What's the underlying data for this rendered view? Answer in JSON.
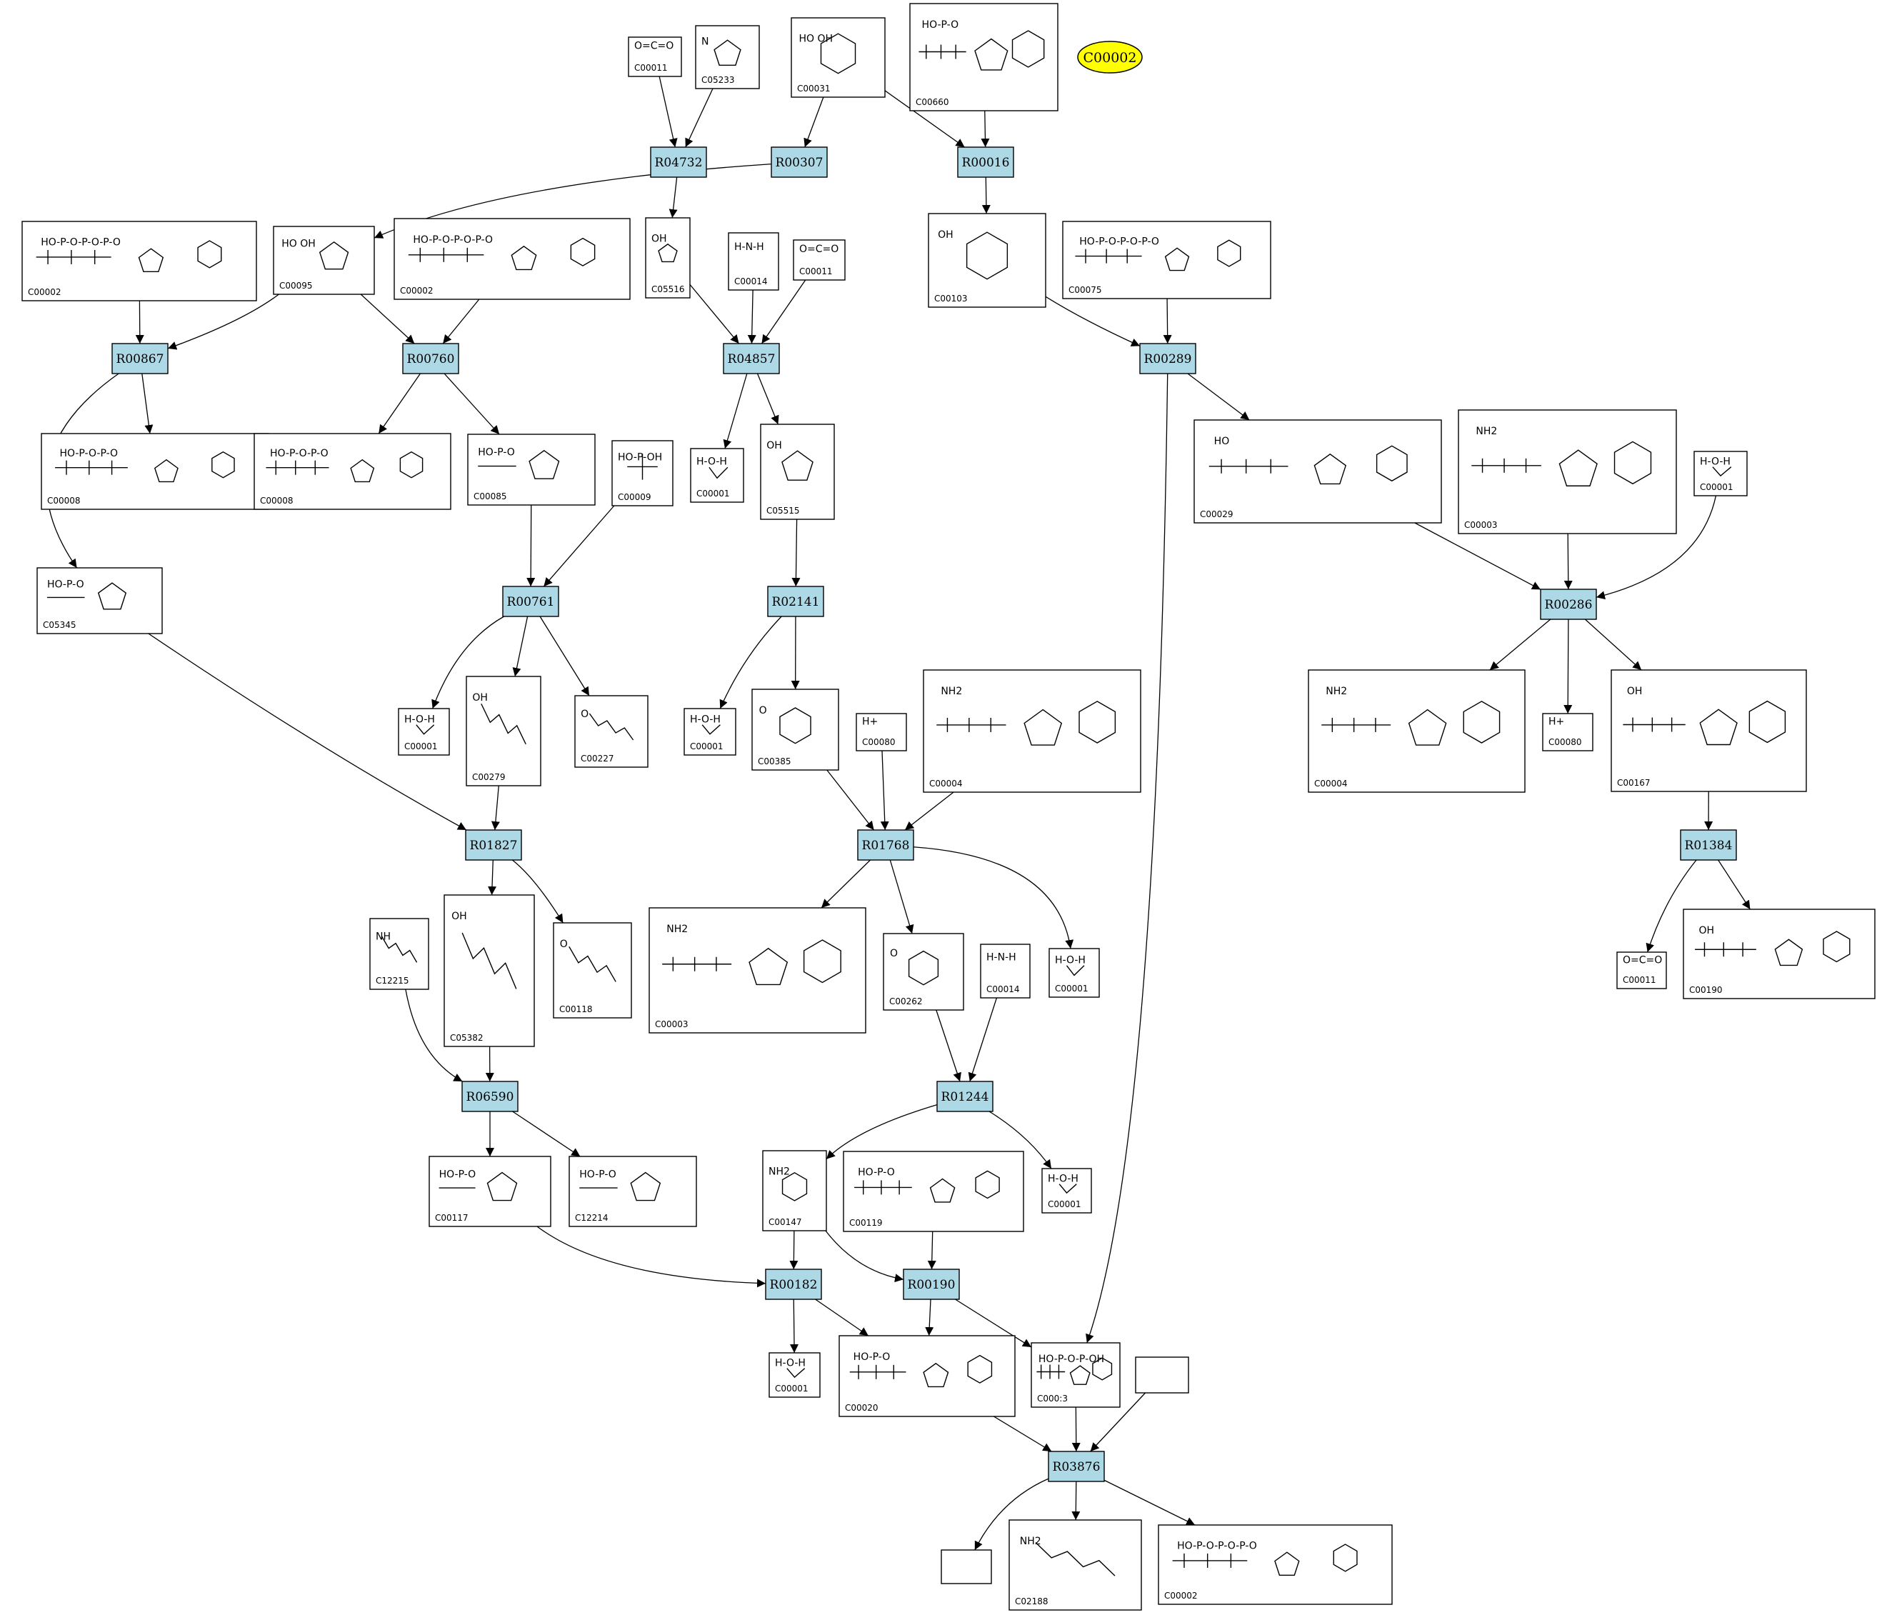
{
  "highlight": {
    "label": "C00002",
    "color": "#ffff00"
  },
  "colors": {
    "reaction_fill": "#add8e6",
    "compound_fill": "#ffffff",
    "edge": "#000000"
  },
  "reactions": [
    {
      "id": "R04732",
      "label": "R04732"
    },
    {
      "id": "R00307",
      "label": "R00307"
    },
    {
      "id": "R00016",
      "label": "R00016"
    },
    {
      "id": "R00867",
      "label": "R00867"
    },
    {
      "id": "R00760",
      "label": "R00760"
    },
    {
      "id": "R04857",
      "label": "R04857"
    },
    {
      "id": "R00289",
      "label": "R00289"
    },
    {
      "id": "R00761",
      "label": "R00761"
    },
    {
      "id": "R02141",
      "label": "R02141"
    },
    {
      "id": "R00286",
      "label": "R00286"
    },
    {
      "id": "R01827",
      "label": "R01827"
    },
    {
      "id": "R01768",
      "label": "R01768"
    },
    {
      "id": "R01384",
      "label": "R01384"
    },
    {
      "id": "R06590",
      "label": "R06590"
    },
    {
      "id": "R01244",
      "label": "R01244"
    },
    {
      "id": "R00182",
      "label": "R00182"
    },
    {
      "id": "R00190",
      "label": "R00190"
    },
    {
      "id": "R03876",
      "label": "R03876"
    }
  ],
  "compounds": [
    {
      "id": "n1",
      "label": "C00011",
      "formula": "O=C=O",
      "icon": "co2"
    },
    {
      "id": "n2",
      "label": "C05233",
      "formula": "N",
      "icon": "imidazole"
    },
    {
      "id": "n3",
      "label": "C00031",
      "formula": "HO OH",
      "icon": "hexose"
    },
    {
      "id": "n4",
      "label": "C00660",
      "formula": "HO-P-O",
      "icon": "hexose-bisphosphate"
    },
    {
      "id": "n5",
      "label": "C00002",
      "formula": "HO-P-O-P-O-P-O",
      "icon": "atp"
    },
    {
      "id": "n6",
      "label": "C00095",
      "formula": "HO OH",
      "icon": "furanose"
    },
    {
      "id": "n7",
      "label": "C00002",
      "formula": "HO-P-O-P-O-P-O",
      "icon": "atp"
    },
    {
      "id": "n8",
      "label": "C05516",
      "formula": "OH",
      "icon": "imidazole"
    },
    {
      "id": "n9",
      "label": "C00014",
      "formula": "H-N-H",
      "icon": "ammonia"
    },
    {
      "id": "n10",
      "label": "C00011",
      "formula": "O=C=O",
      "icon": "co2"
    },
    {
      "id": "n11",
      "label": "C00103",
      "formula": "OH",
      "icon": "hexose-phosphate"
    },
    {
      "id": "n12",
      "label": "C00075",
      "formula": "HO-P-O-P-O-P-O",
      "icon": "utp"
    },
    {
      "id": "n13",
      "label": "C00008",
      "formula": "HO-P-O-P-O",
      "icon": "adp"
    },
    {
      "id": "n14",
      "label": "C00008",
      "formula": "HO-P-O-P-O",
      "icon": "adp"
    },
    {
      "id": "n15",
      "label": "C00085",
      "formula": "HO-P-O",
      "icon": "furanose-phosphate"
    },
    {
      "id": "n16",
      "label": "C00009",
      "formula": "HO-P-OH",
      "icon": "phosphate"
    },
    {
      "id": "n17",
      "label": "C00001",
      "formula": "H-O-H",
      "icon": "water"
    },
    {
      "id": "n18",
      "label": "C05515",
      "formula": "OH",
      "icon": "imidazole"
    },
    {
      "id": "n19",
      "label": "C00029",
      "formula": "HO",
      "icon": "udp-sugar"
    },
    {
      "id": "n20",
      "label": "C00003",
      "formula": "NH2",
      "icon": "nad"
    },
    {
      "id": "n21",
      "label": "C00001",
      "formula": "H-O-H",
      "icon": "water"
    },
    {
      "id": "n22",
      "label": "C05345",
      "formula": "HO-P-O",
      "icon": "furanose-phosphate"
    },
    {
      "id": "n23",
      "label": "C00001",
      "formula": "H-O-H",
      "icon": "water"
    },
    {
      "id": "n24",
      "label": "C00279",
      "formula": "OH",
      "icon": "sugar-phosphate"
    },
    {
      "id": "n25",
      "label": "C00227",
      "formula": "O",
      "icon": "acyl-phosphate"
    },
    {
      "id": "n26",
      "label": "C00001",
      "formula": "H-O-H",
      "icon": "water"
    },
    {
      "id": "n27",
      "label": "C00385",
      "formula": "O",
      "icon": "purine"
    },
    {
      "id": "n28",
      "label": "C00080",
      "formula": "H+",
      "icon": "proton"
    },
    {
      "id": "n29",
      "label": "C00004",
      "formula": "NH2",
      "icon": "nadh"
    },
    {
      "id": "n30",
      "label": "C00004",
      "formula": "NH2",
      "icon": "nadh"
    },
    {
      "id": "n31",
      "label": "C00080",
      "formula": "H+",
      "icon": "proton"
    },
    {
      "id": "n32",
      "label": "C00167",
      "formula": "OH",
      "icon": "udp-sugar"
    },
    {
      "id": "n33",
      "label": "C05382",
      "formula": "OH",
      "icon": "sugar-phosphate"
    },
    {
      "id": "n34",
      "label": "C12215",
      "formula": "NH",
      "icon": "sugar-phosphate"
    },
    {
      "id": "n35",
      "label": "C00118",
      "formula": "O",
      "icon": "sugar-phosphate"
    },
    {
      "id": "n36",
      "label": "C00003",
      "formula": "NH2",
      "icon": "nad"
    },
    {
      "id": "n37",
      "label": "C00262",
      "formula": "O",
      "icon": "purine"
    },
    {
      "id": "n38",
      "label": "C00014",
      "formula": "H-N-H",
      "icon": "ammonia"
    },
    {
      "id": "n39",
      "label": "C00001",
      "formula": "H-O-H",
      "icon": "water"
    },
    {
      "id": "n40",
      "label": "C00011",
      "formula": "O=C=O",
      "icon": "co2"
    },
    {
      "id": "n41",
      "label": "C00190",
      "formula": "OH",
      "icon": "udp-sugar"
    },
    {
      "id": "n42",
      "label": "C00117",
      "formula": "HO-P-O",
      "icon": "furanose-phosphate"
    },
    {
      "id": "n43",
      "label": "C12214",
      "formula": "HO-P-O",
      "icon": "furanose-phosphate"
    },
    {
      "id": "n44",
      "label": "C00147",
      "formula": "NH2",
      "icon": "purine"
    },
    {
      "id": "n45",
      "label": "C00119",
      "formula": "HO-P-O",
      "icon": "prpp"
    },
    {
      "id": "n46",
      "label": "C00001",
      "formula": "H-O-H",
      "icon": "water"
    },
    {
      "id": "n47",
      "label": "C00001",
      "formula": "H-O-H",
      "icon": "water"
    },
    {
      "id": "n48",
      "label": "C00020",
      "formula": "HO-P-O",
      "icon": "amp"
    },
    {
      "id": "n49",
      "label": "C000:3",
      "formula": "HO-P-O-P-OH",
      "icon": "diphosphate"
    },
    {
      "id": "n50",
      "label": "",
      "formula": "",
      "icon": "blank"
    },
    {
      "id": "n51",
      "label": "",
      "formula": "",
      "icon": "blank"
    },
    {
      "id": "n52",
      "label": "C02188",
      "formula": "NH2",
      "icon": "lysine-residue"
    },
    {
      "id": "n53",
      "label": "C00002",
      "formula": "HO-P-O-P-O-P-O",
      "icon": "atp"
    }
  ]
}
